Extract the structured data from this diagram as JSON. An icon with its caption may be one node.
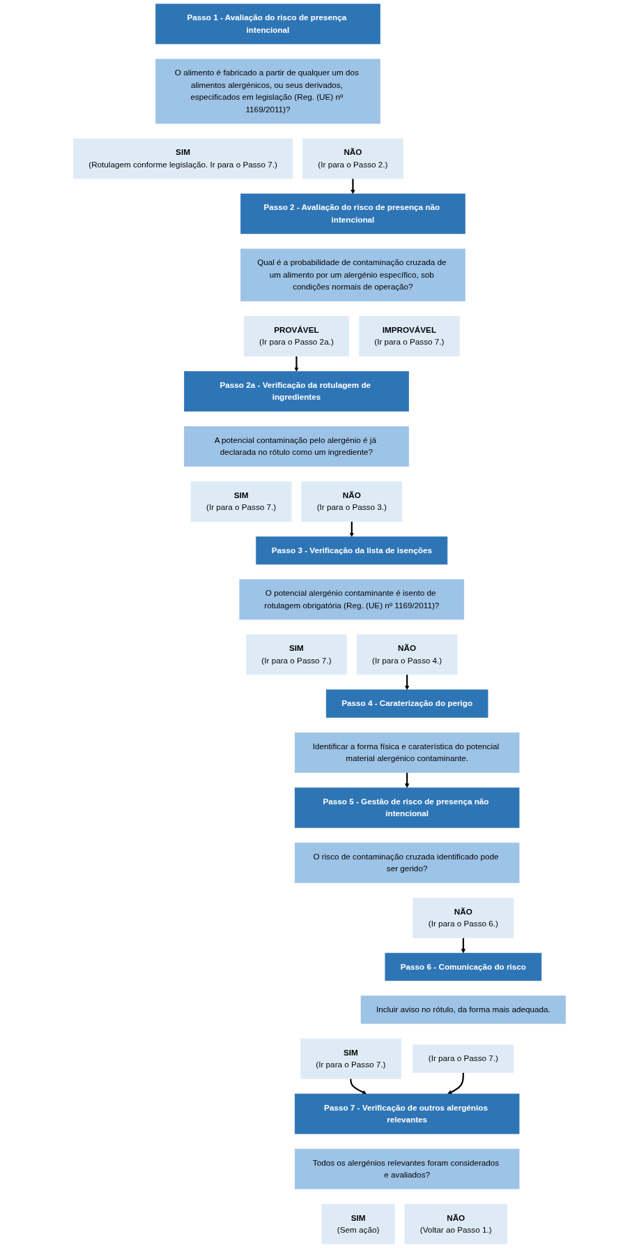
{
  "diagram": {
    "nodes": [
      {
        "text": [
          "Passo 1 - Avaliação do risco de presença intencional"
        ]
      },
      {
        "text": [
          "O alimento é fabricado a partir de qualquer um dos alimentos alergénicos, ou seus derivados, especificados em legislação (Reg. (UE) nº 1169/2011)?"
        ]
      },
      {
        "text": [
          "SIM",
          "(Rotulagem conforme legislação. Ir para o Passo 7.)"
        ]
      },
      {
        "text": [
          "NÃO",
          "(Ir para o Passo 2.)"
        ]
      },
      {
        "text": [
          "Passo 2 - Avaliação do risco de presença não intencional"
        ]
      },
      {
        "text": [
          "Qual é a probabilidade de contaminação cruzada de um alimento por um alergénio específico, sob condições normais de operação?"
        ]
      },
      {
        "text": [
          "PROVÁVEL",
          "(Ir para o Passo 2a.)"
        ]
      },
      {
        "text": [
          "IMPROVÁVEL",
          "(Ir para o Passo 7.)"
        ]
      },
      {
        "text": [
          "Passo 2a - Verificação da rotulagem de ingredientes"
        ]
      },
      {
        "text": [
          "A potencial contaminação pelo alergénio é já declarada no rótulo como um ingrediente?"
        ]
      },
      {
        "text": [
          "SIM",
          "(Ir para o Passo 7.)"
        ]
      },
      {
        "text": [
          "NÃO",
          "(Ir para o Passo 3.)"
        ]
      },
      {
        "text": [
          "Passo 3 - Verificação da lista de isenções"
        ]
      },
      {
        "text": [
          "O potencial alergénio contaminante é isento de rotulagem obrigatória (Reg. (UE) nº 1169/2011)?"
        ]
      },
      {
        "text": [
          "SIM",
          "(Ir para o Passo 7.)"
        ]
      },
      {
        "text": [
          "NÃO",
          "(Ir para o Passo 4.)"
        ]
      },
      {
        "text": [
          "Passo 4 - Caraterização do perigo"
        ]
      },
      {
        "text": [
          "Identificar a forma física e caraterística do potencial material alergénico contaminante."
        ]
      },
      {
        "text": [
          "Passo 5 - Gestão de risco de presença não intencional"
        ]
      },
      {
        "text": [
          "O risco de contaminação cruzada identificado pode ser gerido?"
        ]
      },
      {
        "text": [
          "SIM",
          "(Ir para o Passo 7.)"
        ]
      },
      {
        "text": [
          "NÃO",
          "(Ir para o Passo 6.)"
        ]
      },
      {
        "text": [
          "Passo 6 - Comunicação do risco"
        ]
      },
      {
        "text": [
          "Incluir aviso no rótulo, da forma mais adequada."
        ]
      },
      {
        "text": [
          "(Ir para o Passo 7.)"
        ]
      },
      {
        "text": [
          "Passo 7 - Verificação de outros alergénios relevantes"
        ]
      },
      {
        "text": [
          "Todos os alergénios relevantes foram considerados e avaliados?"
        ]
      },
      {
        "text": [
          "SIM",
          "(Sem ação)"
        ]
      },
      {
        "text": [
          "NÃO",
          "(Voltar ao Passo 1.)"
        ]
      }
    ],
    "edges": [
      {
        "from": 3,
        "to": 4,
        "arrow": "to"
      },
      {
        "from": 6,
        "to": 8,
        "arrow": "to"
      },
      {
        "from": 11,
        "to": 12,
        "arrow": "to"
      },
      {
        "from": 15,
        "to": 16,
        "arrow": "to"
      },
      {
        "from": 17,
        "to": 18,
        "arrow": "to"
      },
      {
        "from": 21,
        "to": 22,
        "arrow": "to"
      },
      {
        "from": 20,
        "to": 25,
        "arrow": "to"
      },
      {
        "from": 24,
        "to": 25,
        "arrow": "to"
      }
    ]
  }
}
